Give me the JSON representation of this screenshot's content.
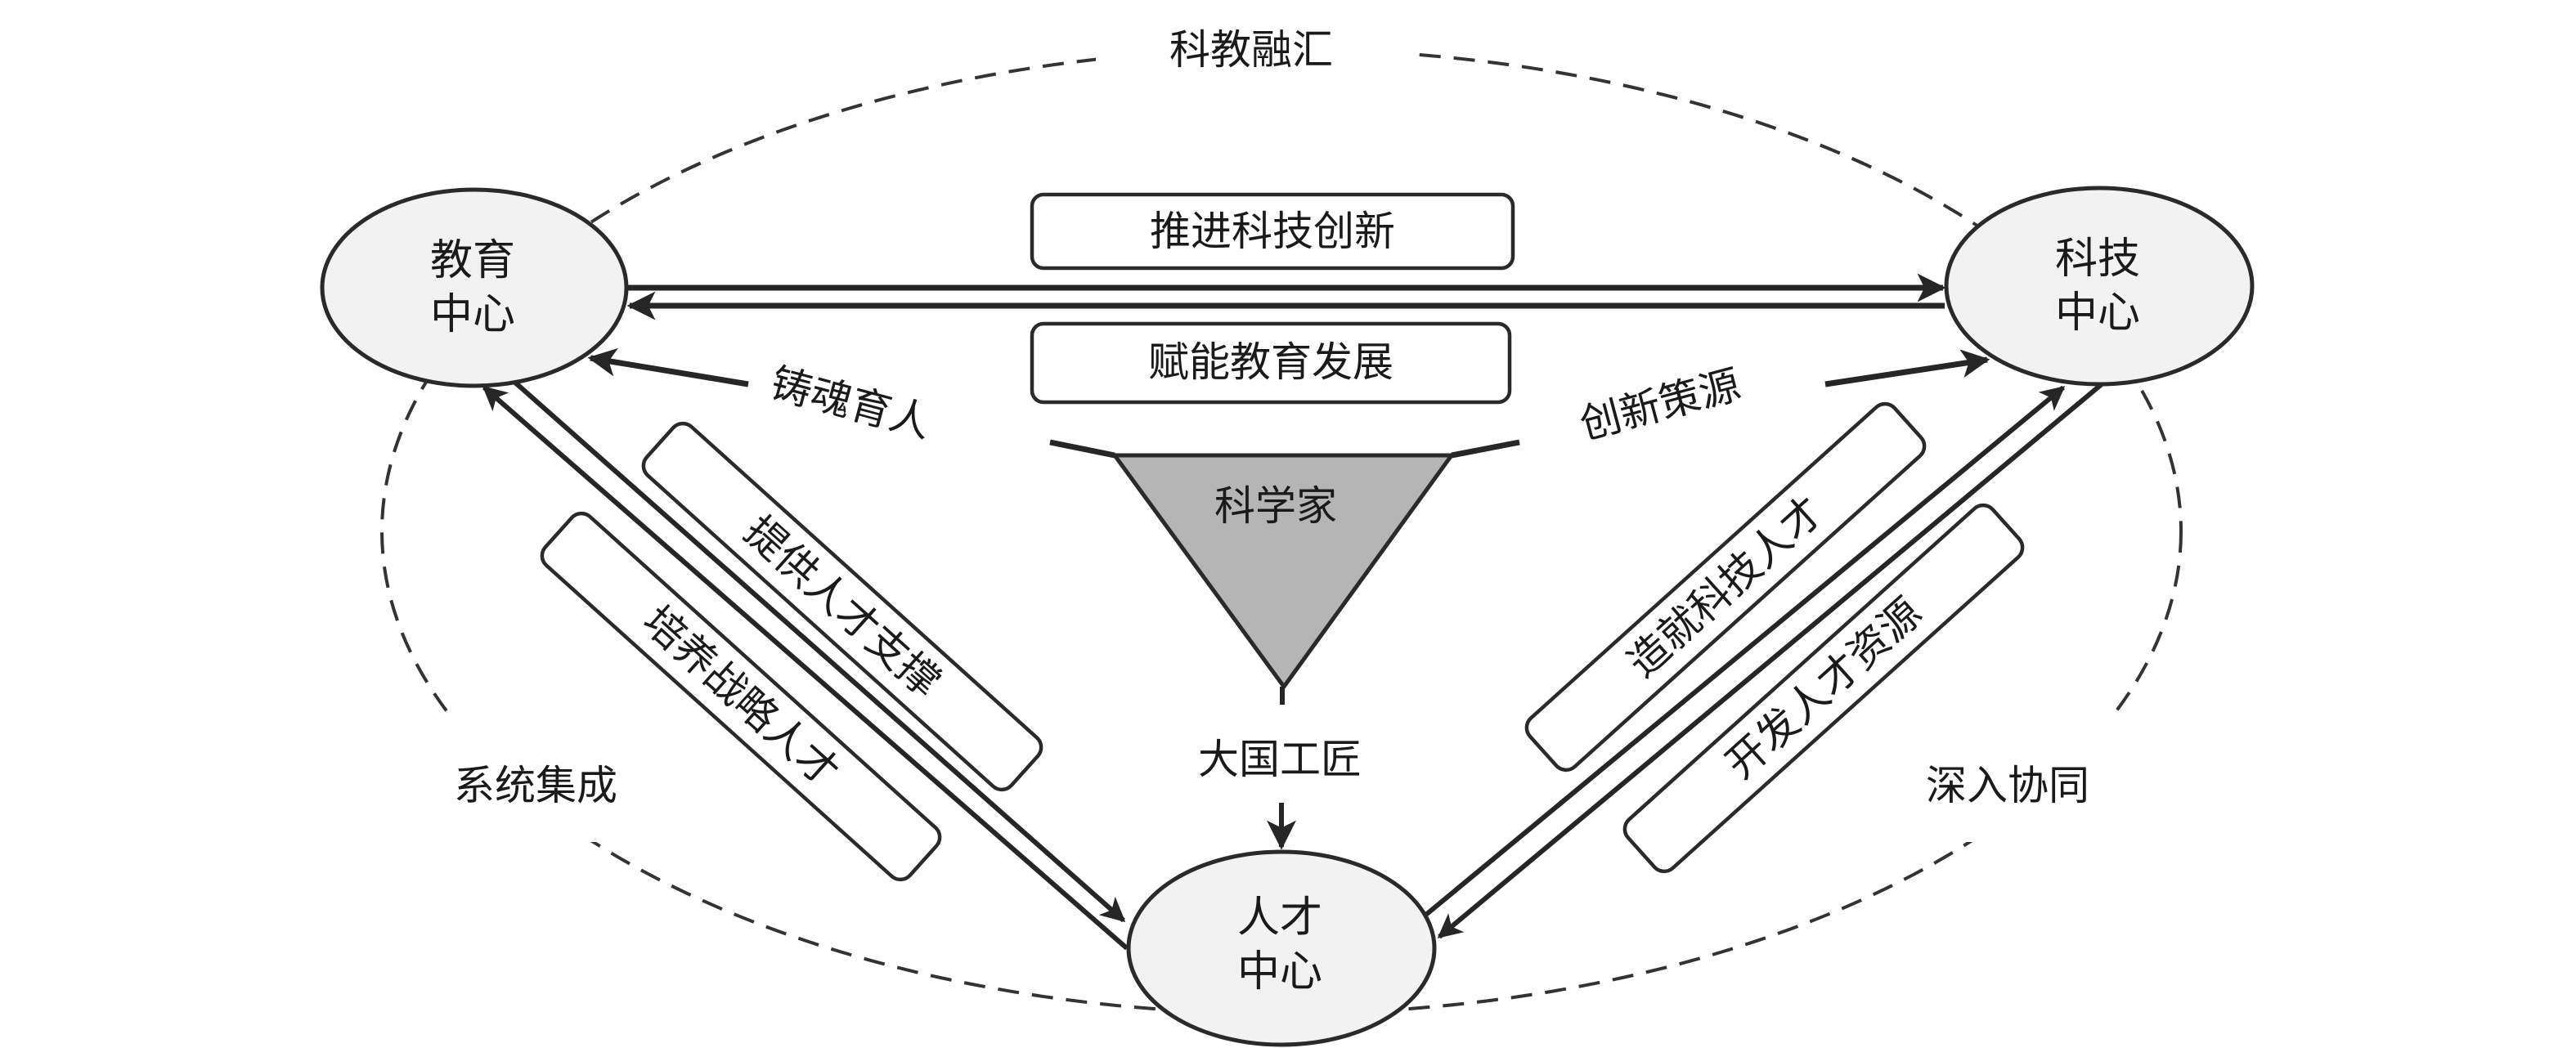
{
  "diagram": {
    "outer_ring_labels": {
      "top": "科教融汇",
      "left": "系统集成",
      "right": "深入协同"
    },
    "nodes": {
      "education": {
        "line1": "教育",
        "line2": "中心"
      },
      "science": {
        "line1": "科技",
        "line2": "中心"
      },
      "talent": {
        "line1": "人才",
        "line2": "中心"
      }
    },
    "horizontal_boxes": {
      "edu_to_sci": "推进科技创新",
      "sci_to_edu": "赋能教育发展"
    },
    "side_labels": {
      "to_education": "铸魂育人",
      "to_science": "创新策源"
    },
    "center": {
      "triangle_label": "科学家",
      "below_label": "大国工匠"
    },
    "left_boxes": {
      "inner": "提供人才支撑",
      "outer": "培养战略人才"
    },
    "right_boxes": {
      "inner": "造就科技人才",
      "outer": "开发人才资源"
    },
    "colors": {
      "node_fill": "#f2f2f2",
      "triangle_fill": "#b5b5b5",
      "stroke": "#262626"
    }
  }
}
